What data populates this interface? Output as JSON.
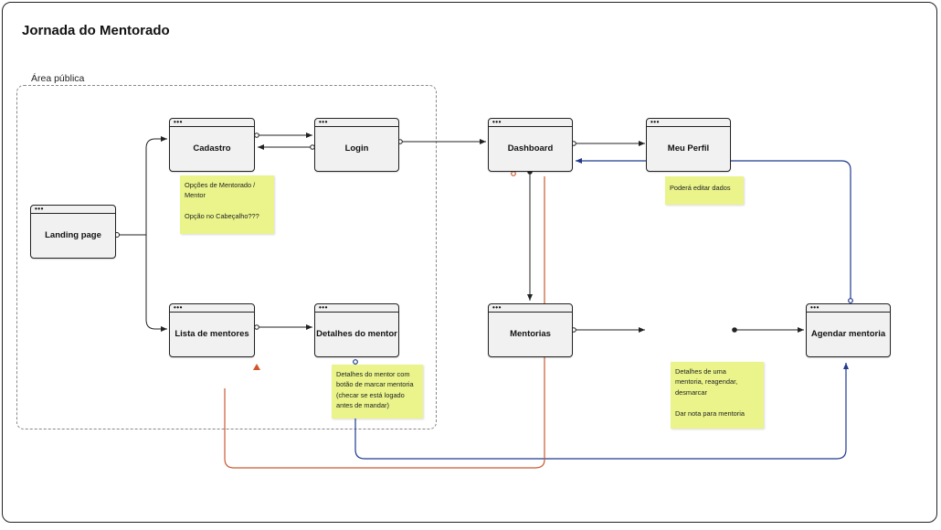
{
  "title": "Jornada do Mentorado",
  "region": {
    "label": "Área pública"
  },
  "screens": {
    "landing": {
      "label": "Landing page"
    },
    "cadastro": {
      "label": "Cadastro"
    },
    "login": {
      "label": "Login"
    },
    "lista": {
      "label": "Lista de mentores"
    },
    "detalhes": {
      "label": "Detalhes do mentor"
    },
    "dashboard": {
      "label": "Dashboard"
    },
    "perfil": {
      "label": "Meu Perfil"
    },
    "mentorias": {
      "label": "Mentorias"
    },
    "agendar": {
      "label": "Agendar mentoria"
    }
  },
  "notes": {
    "cadastro": "Opções de Mentorado /\nMentor\n\nOpção no Cabeçalho???",
    "perfil": "Poderá editar dados",
    "detalhes": "Detalhes do mentor com\nbotão de marcar mentoria\n(checar se está logado\nantes de mandar)",
    "mentorias": "Detalhes de uma\nmentoria, reagendar,\ndesmarcar\n\nDar nota para mentoria"
  },
  "colors": {
    "connector": "#222222",
    "blue_connector": "#1f3a8f",
    "orange_connector": "#c95a32",
    "note": "#eaf48a",
    "screen": "#f1f1f1"
  },
  "window_dots": "•••"
}
